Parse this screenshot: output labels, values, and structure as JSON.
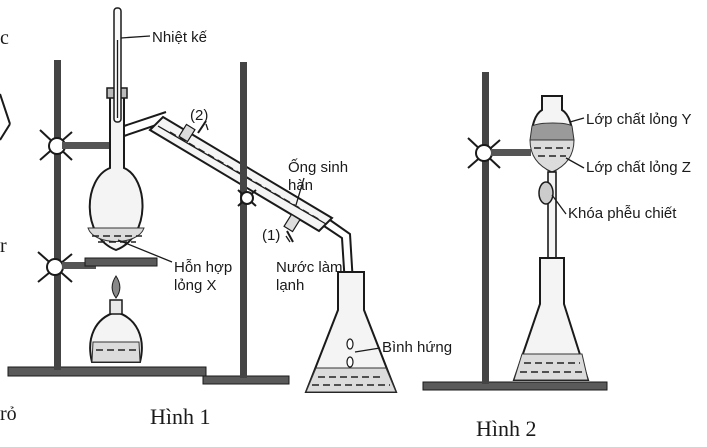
{
  "labels": {
    "thermometer": "Nhiệt kế",
    "port2": "(2)",
    "condenser": "Ống sinh hàn",
    "port1": "(1)",
    "mixture": "Hỗn hợp lỏng X",
    "cooling_water": "Nước làm lạnh",
    "receiver": "Bình hứng",
    "layer_y": "Lớp chất lỏng Y",
    "layer_z": "Lớp chất lỏng Z",
    "stopcock": "Khóa phễu chiết"
  },
  "captions": {
    "fig1": "Hình 1",
    "fig2": "Hình 2"
  },
  "edge_fragments": [
    "c",
    "r",
    "rỏ"
  ]
}
